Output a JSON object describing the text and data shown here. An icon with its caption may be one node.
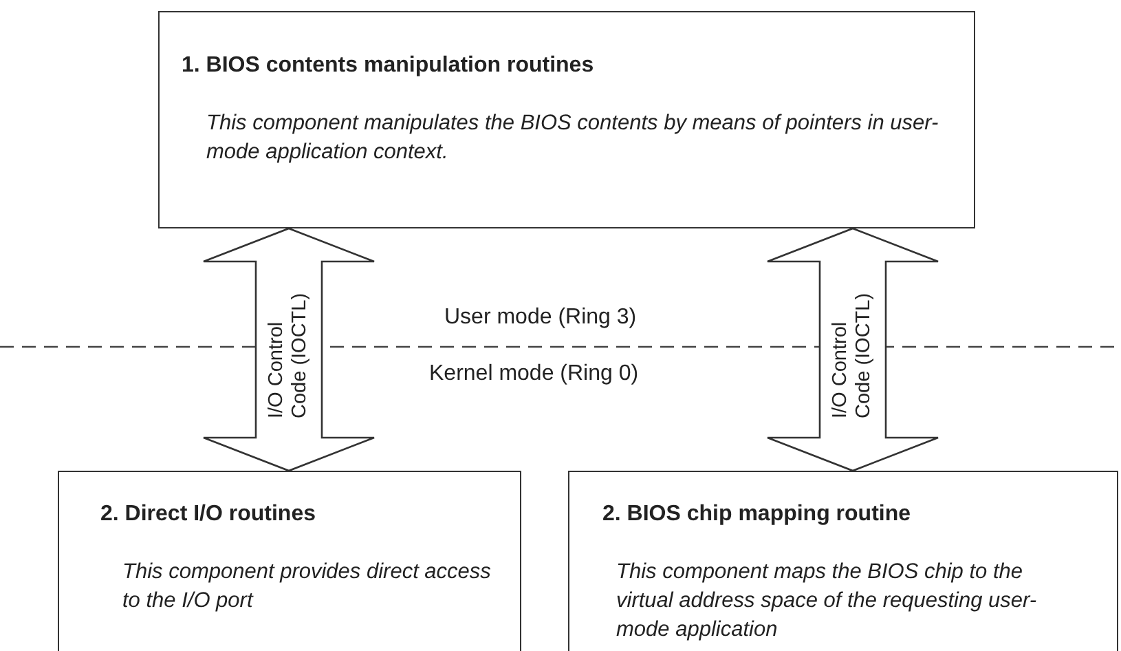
{
  "diagram": {
    "nodes": [
      {
        "text": [
          "1. BIOS contents manipulation routines",
          "This component manipulates the BIOS contents by means of pointers in user-mode application context."
        ]
      },
      {
        "text": [
          "2. Direct I/O routines",
          "This component provides direct access to the I/O port"
        ]
      },
      {
        "text": [
          "2. BIOS chip mapping routine",
          "This component maps the BIOS chip to the virtual address space of the requesting user-mode application"
        ]
      }
    ],
    "edges": [
      {
        "from": 0,
        "to": 1,
        "arrow": "both",
        "label": "I/O Control Code (IOCTL)"
      },
      {
        "from": 0,
        "to": 2,
        "arrow": "both",
        "label": "I/O Control Code (IOCTL)"
      }
    ],
    "labels": [
      "User mode (Ring 3)",
      "Kernel mode (Ring 0)"
    ]
  }
}
